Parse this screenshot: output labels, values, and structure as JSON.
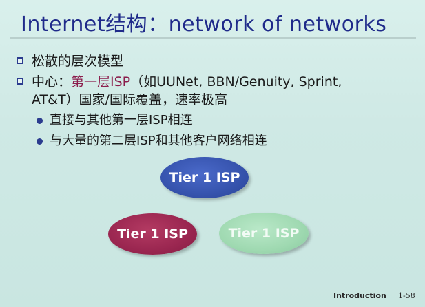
{
  "slide": {
    "title": "Internet结构：network of networks",
    "bullets": [
      {
        "text": "松散的层次模型"
      },
      {
        "lead": "中心：",
        "accent": "第一层ISP",
        "rest_line1": "（如UUNet, BBN/Genuity, Sprint,",
        "rest_line2": "AT&T）国家/国际覆盖，速率极高"
      }
    ],
    "sub_bullets": [
      "直接与其他第一层ISP相连",
      "与大量的第二层ISP和其他客户网络相连"
    ],
    "isp_nodes": {
      "top": "Tier 1 ISP",
      "left": "Tier 1 ISP",
      "right": "Tier 1 ISP"
    },
    "footer": {
      "label": "Introduction",
      "page": "1-58"
    }
  },
  "colors": {
    "title": "#1f2a8a",
    "accent": "#8b1d4c",
    "isp_blue": "#3653ad",
    "isp_red": "#9a2650",
    "isp_green": "#9fd9b1"
  }
}
